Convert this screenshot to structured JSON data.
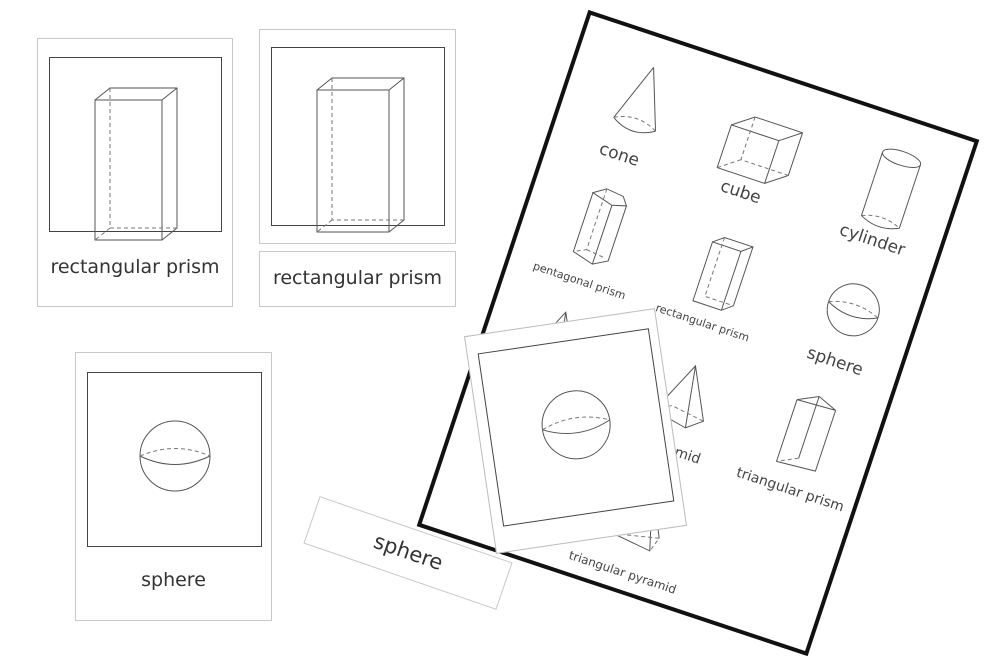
{
  "cards": [
    {
      "label": "rectangular prism",
      "shape": "rectangular-prism"
    },
    {
      "label": "",
      "shape": "rectangular-prism"
    },
    {
      "label": "sphere",
      "shape": "sphere"
    }
  ],
  "label_cards": [
    "rectangular prism",
    "sphere"
  ],
  "poster": {
    "items": [
      {
        "label": "cone"
      },
      {
        "label": "cube"
      },
      {
        "label": "cylinder"
      },
      {
        "label": "pentagonal prism"
      },
      {
        "label": "rectangular prism"
      },
      {
        "label": "sphere"
      },
      {
        "label": "pyramid"
      },
      {
        "label": "triangular prism"
      },
      {
        "label": "triangular pyramid"
      }
    ]
  }
}
